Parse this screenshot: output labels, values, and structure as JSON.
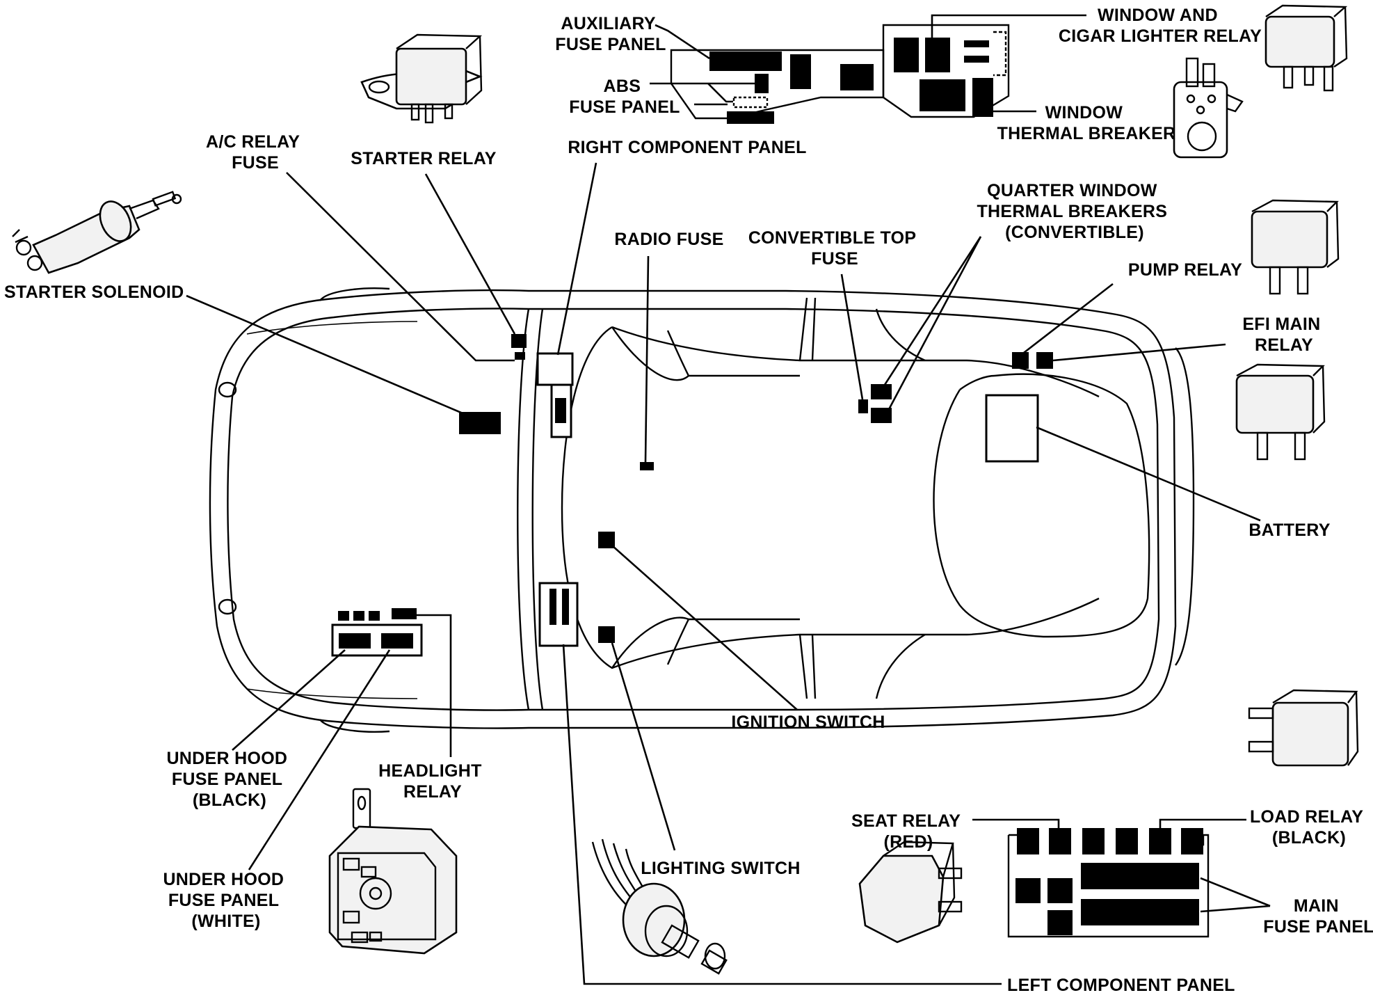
{
  "labels": {
    "auxiliary_fuse_panel": [
      "AUXILIARY",
      "FUSE PANEL"
    ],
    "abs_fuse_panel": [
      "ABS",
      "FUSE PANEL"
    ],
    "right_component_panel": [
      "RIGHT COMPONENT PANEL"
    ],
    "window_cigar_relay": [
      "WINDOW AND",
      "CIGAR LIGHTER RELAY"
    ],
    "window_thermal_breaker": [
      "WINDOW",
      "THERMAL BREAKER"
    ],
    "ac_relay_fuse": [
      "A/C RELAY",
      "FUSE"
    ],
    "starter_relay": [
      "STARTER RELAY"
    ],
    "starter_solenoid": [
      "STARTER SOLENOID"
    ],
    "radio_fuse": [
      "RADIO FUSE"
    ],
    "convertible_top_fuse": [
      "CONVERTIBLE TOP",
      "FUSE"
    ],
    "quarter_window_breakers": [
      "QUARTER WINDOW",
      "THERMAL BREAKERS",
      "(CONVERTIBLE)"
    ],
    "pump_relay": [
      "PUMP RELAY"
    ],
    "efi_main_relay": [
      "EFI MAIN",
      "RELAY"
    ],
    "battery": [
      "BATTERY"
    ],
    "ignition_switch": [
      "IGNITION SWITCH"
    ],
    "under_hood_black": [
      "UNDER HOOD",
      "FUSE PANEL",
      "(BLACK)"
    ],
    "headlight_relay": [
      "HEADLIGHT",
      "RELAY"
    ],
    "under_hood_white": [
      "UNDER HOOD",
      "FUSE PANEL",
      "(WHITE)"
    ],
    "lighting_switch": [
      "LIGHTING SWITCH"
    ],
    "seat_relay": [
      "SEAT RELAY",
      "(RED)"
    ],
    "load_relay": [
      "LOAD RELAY",
      "(BLACK)"
    ],
    "main_fuse_panel": [
      "MAIN",
      "FUSE PANEL"
    ],
    "left_component_panel": [
      "LEFT COMPONENT PANEL"
    ]
  }
}
